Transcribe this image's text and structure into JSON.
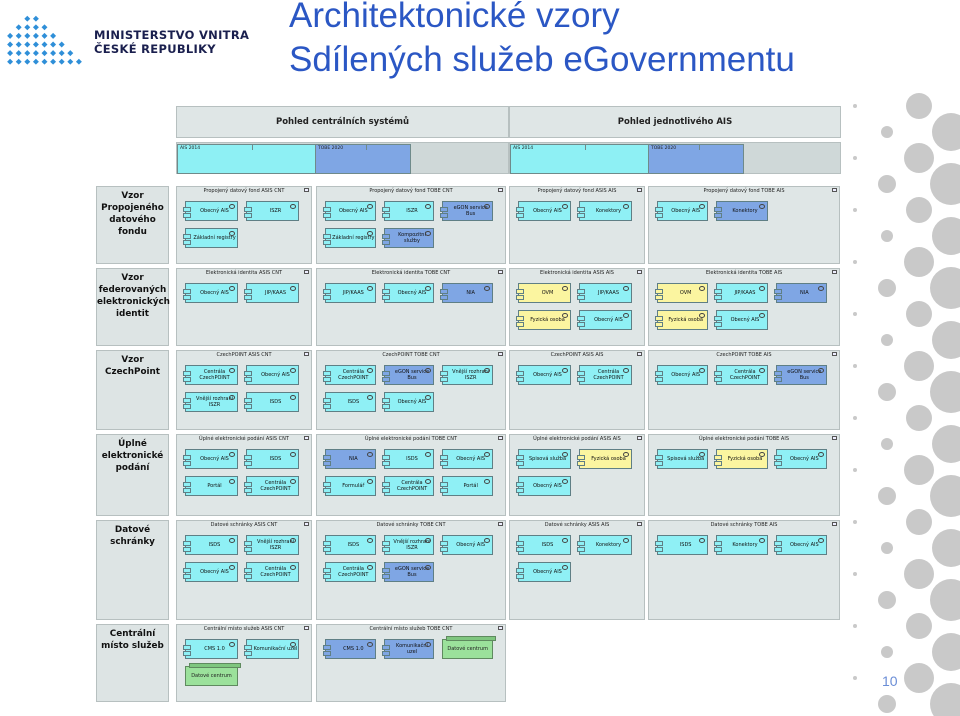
{
  "header": {
    "ministry_line1": "MINISTERSTVO VNITRA",
    "ministry_line2": "ČESKÉ REPUBLIKY",
    "title_line1": "Architektonické vzory",
    "title_line2": "Sdílených služeb eGovernmentu"
  },
  "page_number": "10",
  "colors": {
    "asis": "#8ff0f5",
    "tobe": "#7fa6e4",
    "ais": "#fbf5a0",
    "node": "#9be19b",
    "title": "#2b57c4"
  },
  "diagram": {
    "views": [
      "Pohled centrálních systémů",
      "Pohled jednotlivého AIS"
    ],
    "tabs": [
      "AIS 2014",
      "TOBE 2020",
      "AIS 2014",
      "TOBE 2020"
    ],
    "rows": [
      {
        "label": "Vzor Propojeného datového fondu",
        "cells": [
          {
            "title": "Propojený datový fond ASIS CNT",
            "items": [
              {
                "text": "Obecný AIS",
                "color": "cyan"
              },
              {
                "text": "ISZR",
                "color": "cyan"
              },
              {
                "text": "Základní registry",
                "color": "cyan"
              }
            ]
          },
          {
            "title": "Propojený datový fond TOBE CNT",
            "items": [
              {
                "text": "Obecný AIS",
                "color": "cyan"
              },
              {
                "text": "ISZR",
                "color": "cyan"
              },
              {
                "text": "eGON service Bus",
                "color": "blue"
              },
              {
                "text": "Základní registry",
                "color": "cyan"
              },
              {
                "text": "Kompozitní služby",
                "color": "blue"
              }
            ]
          },
          {
            "title": "Propojený datový fond ASIS AIS",
            "items": [
              {
                "text": "Obecný AIS",
                "color": "cyan"
              },
              {
                "text": "Konektory",
                "color": "cyan"
              }
            ]
          },
          {
            "title": "Propojený datový fond TOBE AIS",
            "items": [
              {
                "text": "Obecný AIS",
                "color": "cyan"
              },
              {
                "text": "Konektory",
                "color": "blue"
              }
            ]
          }
        ]
      },
      {
        "label": "Vzor federovaných elektronických identit",
        "cells": [
          {
            "title": "Elektronická identita ASIS CNT",
            "items": [
              {
                "text": "Obecný AIS",
                "color": "cyan"
              },
              {
                "text": "JIP/KAAS",
                "color": "cyan"
              }
            ]
          },
          {
            "title": "Elektronická identita TOBE CNT",
            "items": [
              {
                "text": "JIP/KAAS",
                "color": "cyan"
              },
              {
                "text": "Obecný AIS",
                "color": "cyan"
              },
              {
                "text": "NIA",
                "color": "blue"
              }
            ]
          },
          {
            "title": "Elektronická identita ASIS AIS",
            "items": [
              {
                "text": "OVM",
                "color": "yellow"
              },
              {
                "text": "JIP/KAAS",
                "color": "cyan"
              },
              {
                "text": "Fyzická osoba",
                "color": "yellow"
              },
              {
                "text": "Obecný AIS",
                "color": "cyan"
              }
            ]
          },
          {
            "title": "Elektronická identita TOBE AIS",
            "items": [
              {
                "text": "OVM",
                "color": "yellow"
              },
              {
                "text": "JIP/KAAS",
                "color": "cyan"
              },
              {
                "text": "NIA",
                "color": "blue"
              },
              {
                "text": "Fyzická osoba",
                "color": "yellow"
              },
              {
                "text": "Obecný AIS",
                "color": "cyan"
              }
            ]
          }
        ]
      },
      {
        "label": "Vzor CzechPoint",
        "cells": [
          {
            "title": "CzechPOINT ASIS CNT",
            "items": [
              {
                "text": "Centrála CzechPOINT",
                "color": "cyan"
              },
              {
                "text": "Obecný AIS",
                "color": "cyan"
              },
              {
                "text": "Vnější rozhraní ISZR",
                "color": "cyan"
              },
              {
                "text": "ISDS",
                "color": "cyan"
              }
            ]
          },
          {
            "title": "CzechPOINT TOBE CNT",
            "items": [
              {
                "text": "Centrála CzechPOINT",
                "color": "cyan"
              },
              {
                "text": "eGON service Bus",
                "color": "blue"
              },
              {
                "text": "Vnější rozhraní ISZR",
                "color": "cyan"
              },
              {
                "text": "ISDS",
                "color": "cyan"
              },
              {
                "text": "Obecný AIS",
                "color": "cyan"
              }
            ]
          },
          {
            "title": "CzechPOINT ASIS AIS",
            "items": [
              {
                "text": "Obecný AIS",
                "color": "cyan"
              },
              {
                "text": "Centrála CzechPOINT",
                "color": "cyan"
              }
            ]
          },
          {
            "title": "CzechPOINT TOBE AIS",
            "items": [
              {
                "text": "Obecný AIS",
                "color": "cyan"
              },
              {
                "text": "Centrála CzechPOINT",
                "color": "cyan"
              },
              {
                "text": "eGON service Bus",
                "color": "blue"
              }
            ]
          }
        ]
      },
      {
        "label": "Úplné elektronické podání",
        "cells": [
          {
            "title": "Úplné elektronické podání ASIS CNT",
            "items": [
              {
                "text": "Obecný AIS",
                "color": "cyan"
              },
              {
                "text": "ISDS",
                "color": "cyan"
              },
              {
                "text": "Portál",
                "color": "cyan"
              },
              {
                "text": "Centrála CzechPOINT",
                "color": "cyan"
              }
            ]
          },
          {
            "title": "Úplné elektronické podání TOBE CNT",
            "items": [
              {
                "text": "NIA",
                "color": "blue"
              },
              {
                "text": "ISDS",
                "color": "cyan"
              },
              {
                "text": "Obecný AIS",
                "color": "cyan"
              },
              {
                "text": "Formulář",
                "color": "cyan"
              },
              {
                "text": "Centrála CzechPOINT",
                "color": "cyan"
              },
              {
                "text": "Portál",
                "color": "cyan"
              }
            ]
          },
          {
            "title": "Úplné elektronické podání ASIS AIS",
            "items": [
              {
                "text": "Spisová služba",
                "color": "cyan"
              },
              {
                "text": "Fyzická osoba",
                "color": "yellow"
              },
              {
                "text": "Obecný AIS",
                "color": "cyan"
              }
            ]
          },
          {
            "title": "Úplné elektronické podání TOBE AIS",
            "items": [
              {
                "text": "Spisová služba",
                "color": "cyan"
              },
              {
                "text": "Fyzická osoba",
                "color": "yellow"
              },
              {
                "text": "Obecný AIS",
                "color": "cyan"
              }
            ]
          }
        ]
      },
      {
        "label": "Datové schránky",
        "cells": [
          {
            "title": "Datové schránky ASIS CNT",
            "items": [
              {
                "text": "ISDS",
                "color": "cyan"
              },
              {
                "text": "Vnější rozhraní ISZR",
                "color": "cyan"
              },
              {
                "text": "Obecný AIS",
                "color": "cyan"
              },
              {
                "text": "Centrála CzechPOINT",
                "color": "cyan"
              }
            ]
          },
          {
            "title": "Datové schránky TOBE CNT",
            "items": [
              {
                "text": "ISDS",
                "color": "cyan"
              },
              {
                "text": "Vnější rozhraní ISZR",
                "color": "cyan"
              },
              {
                "text": "Obecný AIS",
                "color": "cyan"
              },
              {
                "text": "Centrála CzechPOINT",
                "color": "cyan"
              },
              {
                "text": "eGON service Bus",
                "color": "blue"
              }
            ]
          },
          {
            "title": "Datové schránky ASIS AIS",
            "items": [
              {
                "text": "ISDS",
                "color": "cyan"
              },
              {
                "text": "Konektory",
                "color": "cyan"
              },
              {
                "text": "Obecný AIS",
                "color": "cyan"
              }
            ]
          },
          {
            "title": "Datové schránky TOBE AIS",
            "items": [
              {
                "text": "ISDS",
                "color": "cyan"
              },
              {
                "text": "Konektory",
                "color": "cyan"
              },
              {
                "text": "Obecný AIS",
                "color": "cyan"
              }
            ]
          }
        ]
      },
      {
        "label": "Centrální místo služeb",
        "cells": [
          {
            "title": "Centrální místo služeb ASIS CNT",
            "items": [
              {
                "text": "CMS 1.0",
                "color": "cyan"
              },
              {
                "text": "Komunikační uzel",
                "color": "cyan"
              },
              {
                "text": "Datové centrum",
                "color": "node"
              }
            ]
          },
          {
            "title": "Centrální místo služeb TOBE CNT",
            "items": [
              {
                "text": "CMS 1.0",
                "color": "blue"
              },
              {
                "text": "Komunikační uzel",
                "color": "blue"
              },
              {
                "text": "Datové centrum",
                "color": "node"
              }
            ]
          }
        ]
      }
    ]
  }
}
